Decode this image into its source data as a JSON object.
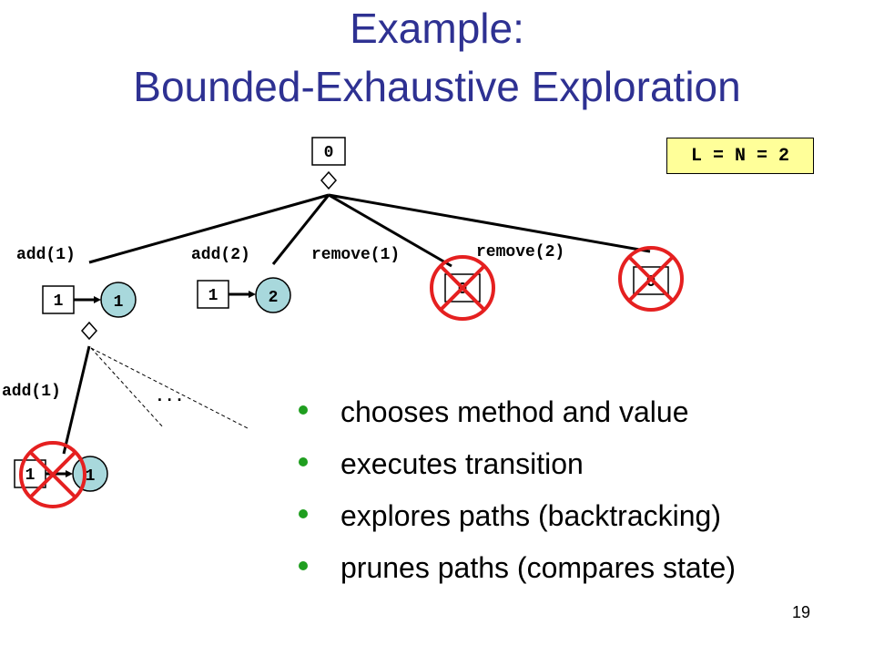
{
  "slide": {
    "title_line1": "Example:",
    "title_line2": "Bounded-Exhaustive Exploration",
    "param": "L = N = 2",
    "page_number": "19"
  },
  "tree": {
    "root_state": "0",
    "edges": {
      "add1": "add(1)",
      "add2": "add(2)",
      "remove1": "remove(1)",
      "remove2": "remove(2)",
      "add1_child": "add(1)",
      "ellipsis": "..."
    },
    "states": {
      "after_add1": {
        "size": "1",
        "node": "1"
      },
      "after_add2": {
        "size": "1",
        "node": "2"
      },
      "after_remove1": {
        "size": "0"
      },
      "after_remove2": {
        "size": "0"
      },
      "after_add1_add1": {
        "size": "1",
        "node": "1"
      }
    }
  },
  "bullets": [
    "chooses method and value",
    "executes transition",
    "explores paths (backtracking)",
    "prunes paths (compares state)"
  ],
  "colors": {
    "title": "#2e3192",
    "param_bg": "#ffff99",
    "node_fill": "#a8d8dc",
    "prune_mark": "#e52020",
    "bullet": "#1f9e1f"
  }
}
